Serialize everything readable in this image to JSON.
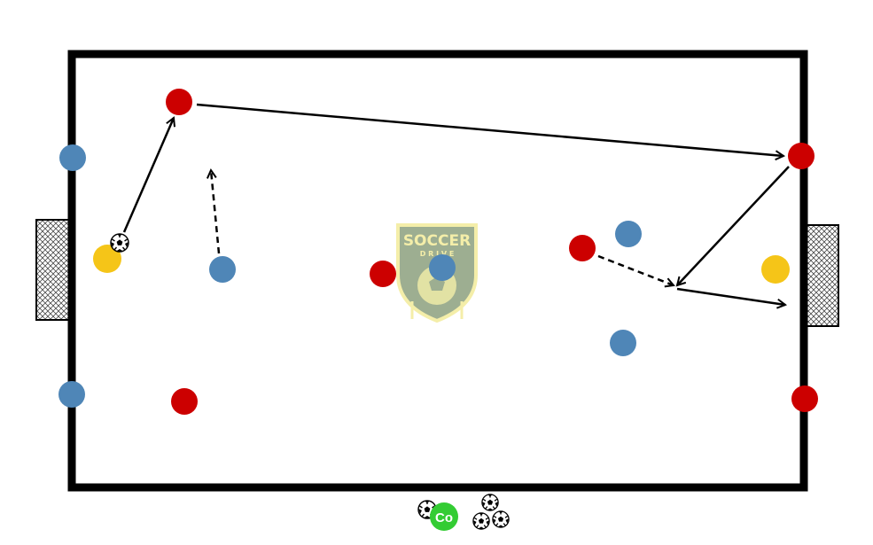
{
  "diagram": {
    "title": "",
    "colors": {
      "red_team": "#cc0000",
      "blue_team": "#4f86b7",
      "goalkeeper": "#f5c518",
      "coach": "#33cc33",
      "field_line": "#000000",
      "logo_fill": "#8da07e",
      "logo_border": "#f3ec9b"
    },
    "logo": {
      "line1": "SOCCER",
      "line2": "D R I V E"
    },
    "coach": {
      "label": "Co"
    },
    "icons": [
      "soccer-ball-icon",
      "goal-net-icon",
      "arrow-head-icon"
    ]
  }
}
